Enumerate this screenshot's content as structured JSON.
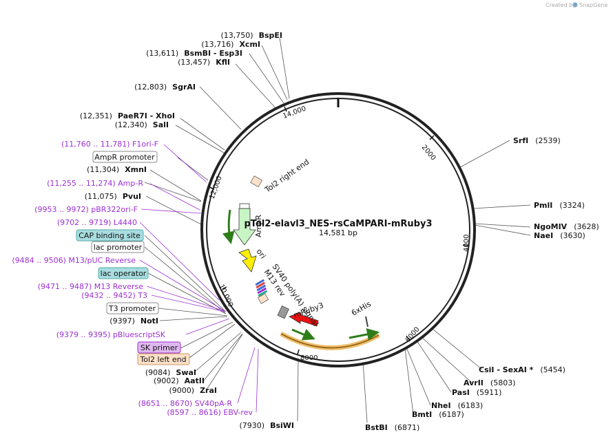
{
  "watermark": {
    "prefix": "Created by",
    "brand": "SnapGene"
  },
  "plasmid": {
    "name": "pTol2-elavl3_NES-rsCaMPARI-mRuby3",
    "size": "14,581 bp"
  },
  "ticks": [
    "2000",
    "4000",
    "6000",
    "8000",
    "10,000",
    "12,000",
    "14,000"
  ],
  "enzymes_right": [
    {
      "name": "SrfI",
      "pos": "(2539)"
    },
    {
      "name": "PmlI",
      "pos": "(3324)"
    },
    {
      "name": "NgoMIV",
      "pos": "(3628)"
    },
    {
      "name": "NaeI",
      "pos": "(3630)"
    },
    {
      "name": "CsiI  - SexAI *",
      "pos": "(5454)"
    },
    {
      "name": "AvrII",
      "pos": "(5803)"
    },
    {
      "name": "PasI",
      "pos": "(5911)"
    },
    {
      "name": "NheI",
      "pos": "(6183)"
    },
    {
      "name": "BmtI",
      "pos": "(6187)"
    },
    {
      "name": "BstBI",
      "pos": "(6871)"
    }
  ],
  "enzymes_left": [
    {
      "pos": "(13,750)",
      "name": "BspEI"
    },
    {
      "pos": "(13,716)",
      "name": "XcmI"
    },
    {
      "pos": "(13,611)",
      "name": "BsmBI  - Esp3I"
    },
    {
      "pos": "(13,457)",
      "name": "KflI"
    },
    {
      "pos": "(12,803)",
      "name": "SgrAI"
    },
    {
      "pos": "(12,351)",
      "name": "PaeR7I  - XhoI"
    },
    {
      "pos": "(12,340)",
      "name": "SalI"
    },
    {
      "pos": "(11,304)",
      "name": "XmnI"
    },
    {
      "pos": "(11,075)",
      "name": "PvuI"
    },
    {
      "pos": "(9397)",
      "name": "NotI"
    },
    {
      "pos": "(9084)",
      "name": "SwaI"
    },
    {
      "pos": "(9002)",
      "name": "AatII"
    },
    {
      "pos": "(9000)",
      "name": "ZraI"
    },
    {
      "pos": "(7930)",
      "name": "BsiWI"
    }
  ],
  "primers": [
    "(11,760 .. 11,781)  F1ori-F",
    "(11,255 .. 11,274)  Amp-R",
    "(9953 .. 9972)  pBR322ori-F",
    "(9702 .. 9719)  L4440",
    "(9484 .. 9506)  M13/pUC Reverse",
    "(9471 .. 9487)  M13 Reverse",
    "(9432 .. 9452)  T3",
    "(9379 .. 9395)  pBluescriptSK",
    "(8651 .. 8670)  SV40pA-R",
    "(8597 .. 8616)  EBV-rev"
  ],
  "boxed_features": [
    {
      "label": "AmpR promoter",
      "style": "white"
    },
    {
      "label": "CAP binding site",
      "style": "teal"
    },
    {
      "label": "lac promoter",
      "style": "white"
    },
    {
      "label": "lac operator",
      "style": "teal"
    },
    {
      "label": "T3 promoter",
      "style": "white"
    },
    {
      "label": "SK primer",
      "style": "purple"
    },
    {
      "label": "Tol2 left end",
      "style": "peach"
    }
  ],
  "inner_features": {
    "tol2_right": "Tol2 right end",
    "ampr": "AmpR",
    "ori": "ori",
    "sv40": "SV40 poly(A) signal",
    "m13rev": "M13 rev",
    "mruby3": "mRuby3",
    "his": "6xHis"
  },
  "colors": {
    "purple": "#9b2fd3",
    "teal": "#a8dde0",
    "peach": "#fde1c8",
    "ring": "#222222"
  }
}
